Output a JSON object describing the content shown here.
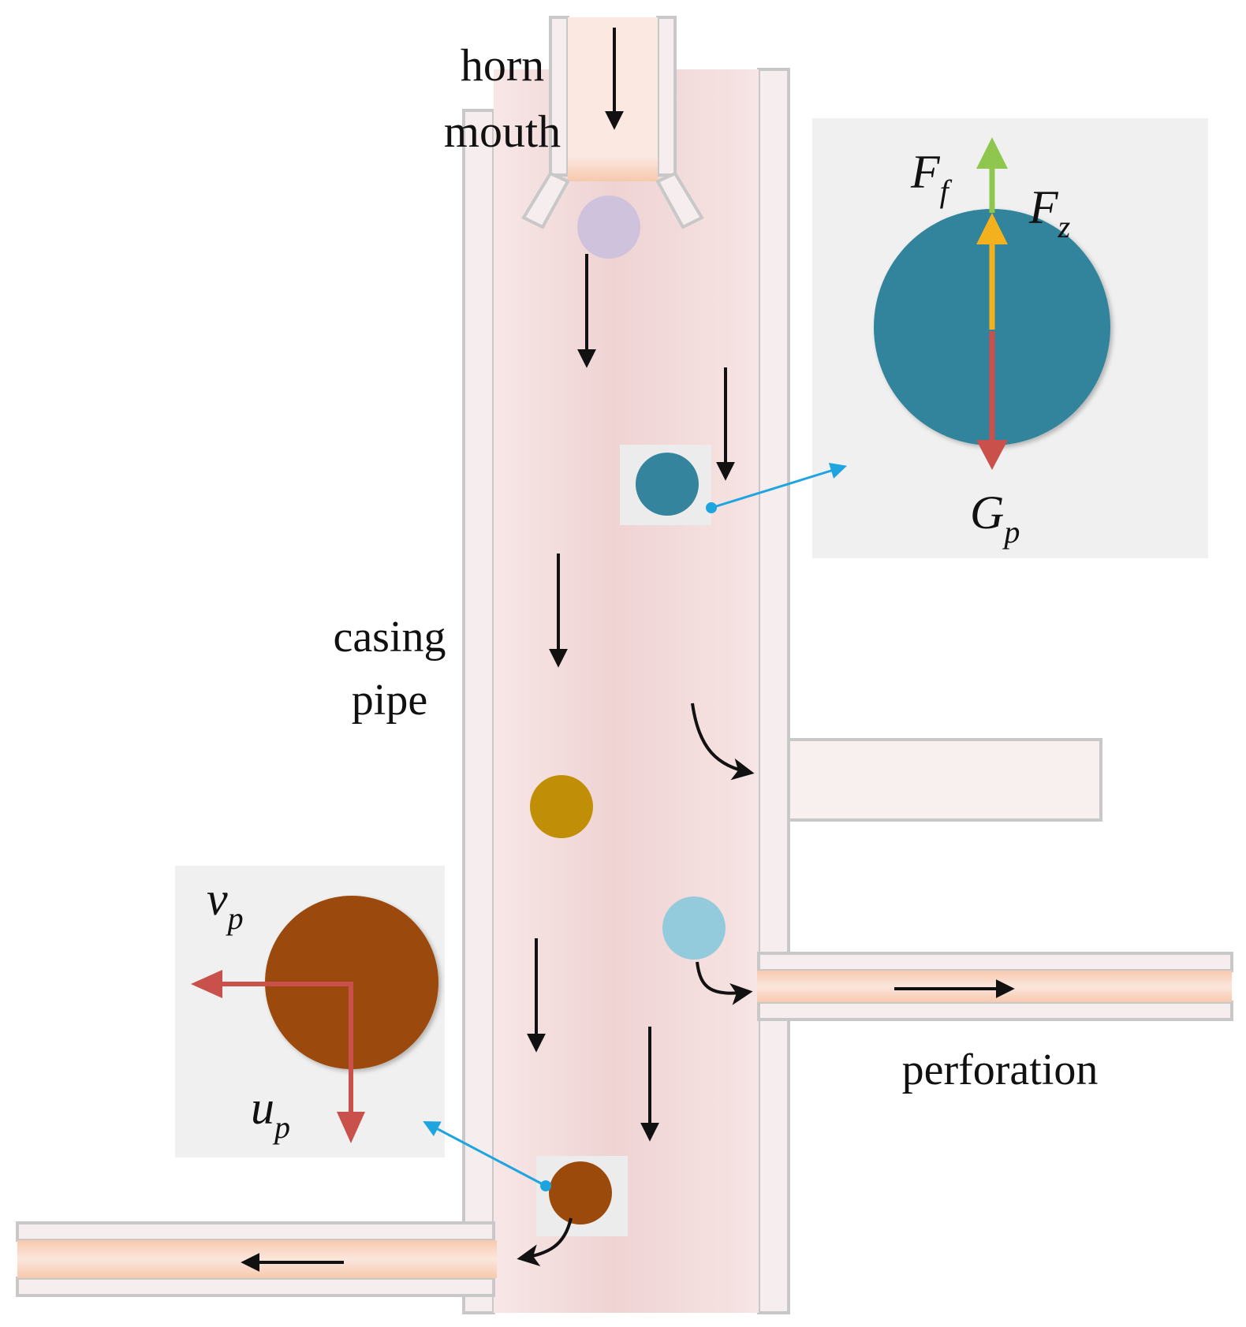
{
  "labels": {
    "horn_line1": "horn",
    "horn_line2": "mouth",
    "casing_line1": "casing",
    "casing_line2": "pipe",
    "perforation": "perforation"
  },
  "forces": {
    "ff_main": "F",
    "ff_sub": "f",
    "fz_main": "F",
    "fz_sub": "z",
    "gp_main": "G",
    "gp_sub": "p",
    "vp_main": "v",
    "vp_sub": "p",
    "up_main": "u",
    "up_sub": "p"
  },
  "colors": {
    "casing_fluid": "#f5e0e0",
    "wall": "#c8c8c8",
    "wall_fill": "#f6eeee",
    "panel": "#f0f0f0",
    "particle_teal": "#33849c",
    "particle_lavender": "#cfc2dc",
    "particle_gold": "#c18e08",
    "particle_lightblue": "#93cbdc",
    "particle_brown": "#9c4a0b",
    "arrow_red": "#c9504b",
    "arrow_green": "#8fc74e",
    "arrow_yellow": "#f2b11d",
    "pointer_blue": "#1ea5e0",
    "flow_arrow": "#111111"
  }
}
